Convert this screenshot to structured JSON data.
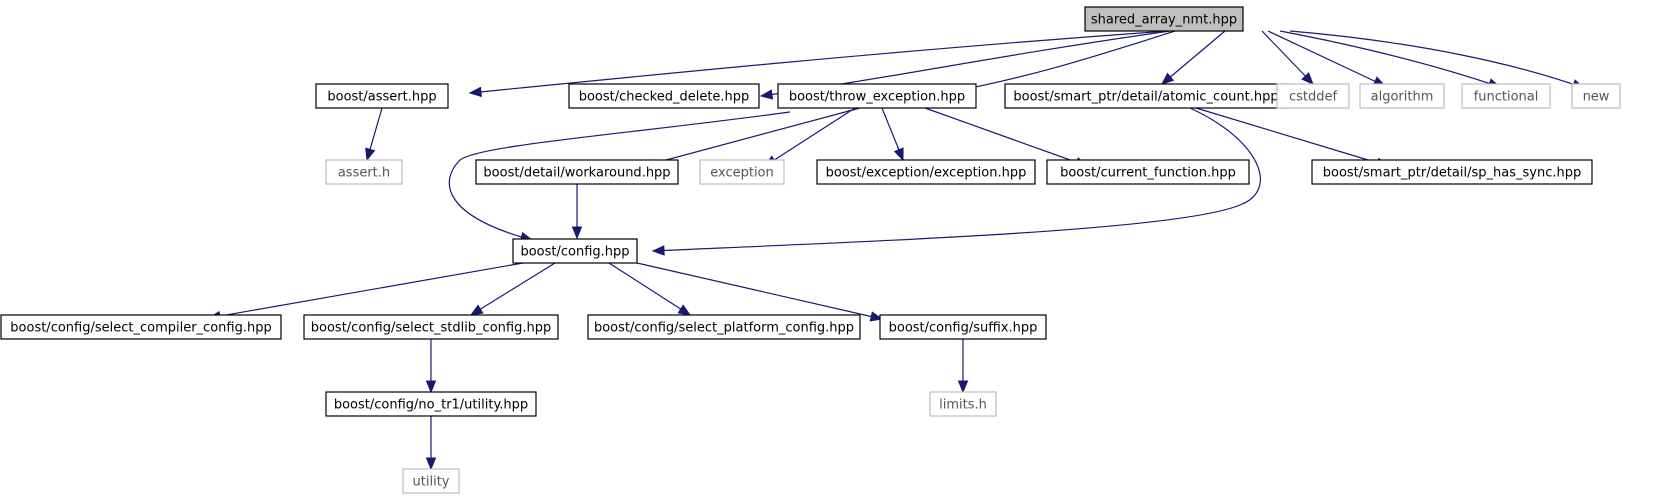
{
  "graph": {
    "edge_color": "#191970",
    "root_fill": "#bfbfbf",
    "system_border": "#bfbfbf",
    "nodes": [
      {
        "id": "root",
        "label": "shared_array_nmt.hpp",
        "kind": "root"
      },
      {
        "id": "assert_hpp",
        "label": "boost/assert.hpp",
        "kind": "doc"
      },
      {
        "id": "checked_delete",
        "label": "boost/checked_delete.hpp",
        "kind": "doc"
      },
      {
        "id": "throw_exception",
        "label": "boost/throw_exception.hpp",
        "kind": "doc"
      },
      {
        "id": "atomic_count",
        "label": "boost/smart_ptr/detail/atomic_count.hpp",
        "kind": "doc"
      },
      {
        "id": "cstddef",
        "label": "cstddef",
        "kind": "sys"
      },
      {
        "id": "algorithm",
        "label": "algorithm",
        "kind": "sys"
      },
      {
        "id": "functional",
        "label": "functional",
        "kind": "sys"
      },
      {
        "id": "new",
        "label": "new",
        "kind": "sys"
      },
      {
        "id": "assert_h",
        "label": "assert.h",
        "kind": "sys"
      },
      {
        "id": "workaround",
        "label": "boost/detail/workaround.hpp",
        "kind": "doc"
      },
      {
        "id": "exception",
        "label": "exception",
        "kind": "sys"
      },
      {
        "id": "exception_hpp",
        "label": "boost/exception/exception.hpp",
        "kind": "doc"
      },
      {
        "id": "current_function",
        "label": "boost/current_function.hpp",
        "kind": "doc"
      },
      {
        "id": "sp_has_sync",
        "label": "boost/smart_ptr/detail/sp_has_sync.hpp",
        "kind": "doc"
      },
      {
        "id": "config",
        "label": "boost/config.hpp",
        "kind": "doc"
      },
      {
        "id": "sel_compiler",
        "label": "boost/config/select_compiler_config.hpp",
        "kind": "doc"
      },
      {
        "id": "sel_stdlib",
        "label": "boost/config/select_stdlib_config.hpp",
        "kind": "doc"
      },
      {
        "id": "sel_platform",
        "label": "boost/config/select_platform_config.hpp",
        "kind": "doc"
      },
      {
        "id": "suffix",
        "label": "boost/config/suffix.hpp",
        "kind": "doc"
      },
      {
        "id": "no_tr1_utility",
        "label": "boost/config/no_tr1/utility.hpp",
        "kind": "doc"
      },
      {
        "id": "limits_h",
        "label": "limits.h",
        "kind": "sys"
      },
      {
        "id": "utility",
        "label": "utility",
        "kind": "sys"
      }
    ],
    "edges": [
      {
        "from": "root",
        "to": "assert_hpp"
      },
      {
        "from": "root",
        "to": "checked_delete"
      },
      {
        "from": "root",
        "to": "throw_exception"
      },
      {
        "from": "root",
        "to": "atomic_count"
      },
      {
        "from": "root",
        "to": "cstddef"
      },
      {
        "from": "root",
        "to": "algorithm"
      },
      {
        "from": "root",
        "to": "functional"
      },
      {
        "from": "root",
        "to": "new"
      },
      {
        "from": "assert_hpp",
        "to": "assert_h"
      },
      {
        "from": "throw_exception",
        "to": "workaround"
      },
      {
        "from": "throw_exception",
        "to": "exception"
      },
      {
        "from": "throw_exception",
        "to": "exception_hpp"
      },
      {
        "from": "throw_exception",
        "to": "current_function"
      },
      {
        "from": "throw_exception",
        "to": "config"
      },
      {
        "from": "atomic_count",
        "to": "sp_has_sync"
      },
      {
        "from": "atomic_count",
        "to": "config"
      },
      {
        "from": "workaround",
        "to": "config"
      },
      {
        "from": "config",
        "to": "sel_compiler"
      },
      {
        "from": "config",
        "to": "sel_stdlib"
      },
      {
        "from": "config",
        "to": "sel_platform"
      },
      {
        "from": "config",
        "to": "suffix"
      },
      {
        "from": "sel_stdlib",
        "to": "no_tr1_utility"
      },
      {
        "from": "suffix",
        "to": "limits_h"
      },
      {
        "from": "no_tr1_utility",
        "to": "utility"
      }
    ]
  }
}
